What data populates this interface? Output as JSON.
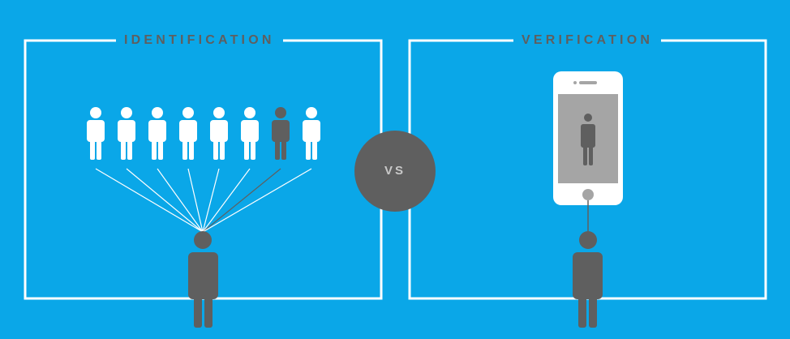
{
  "identification": {
    "title": "IDENTIFICATION",
    "candidate_count": 8,
    "matched_candidate": 7
  },
  "vs": {
    "label": "VS"
  },
  "verification": {
    "title": "VERIFICATION"
  },
  "colors": {
    "background": "#0aa7e8",
    "frame": "#ffffff",
    "person_light": "#ffffff",
    "person_dark": "#5f5f5f",
    "vs_circle": "#5f5f5f",
    "vs_text": "#c9c9c9",
    "phone_body": "#ffffff",
    "phone_screen": "#a5a5a5"
  },
  "icons": {
    "person": "person-icon",
    "phone": "smartphone-icon"
  }
}
